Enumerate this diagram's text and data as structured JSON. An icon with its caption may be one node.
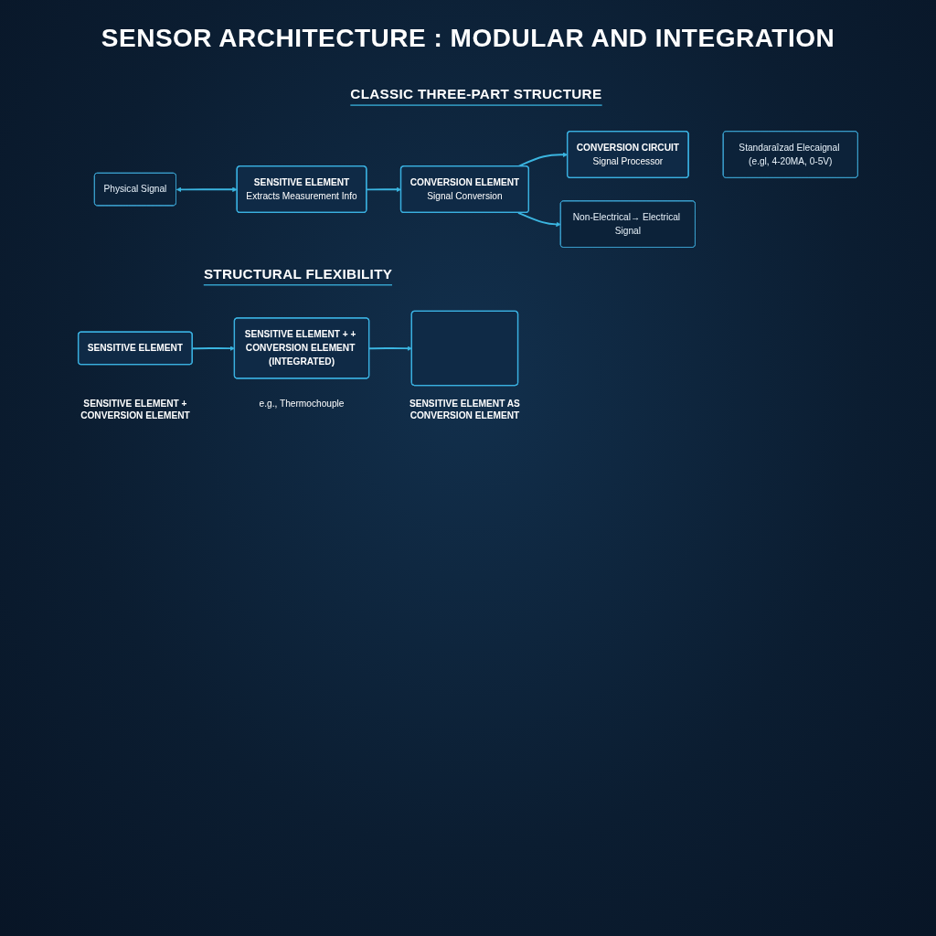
{
  "diagram": {
    "title": "SENSOR ARCHITECTURE : MODULAR AND INTEGRATION",
    "nodes": [
      {
        "text": [
          "SENSITIVE ELEMENT",
          "Extracts Measurement Info"
        ]
      },
      {
        "text": [
          "CONVERSION ELEMENT",
          "Signal Conversion"
        ]
      },
      {
        "text": [
          "CONVERSION CIRCUIT",
          "Signal Processor"
        ]
      },
      {
        "text": [
          "Physical Signal"
        ]
      },
      {
        "text": [
          "Non-Electrical→ Electrical Signal"
        ]
      },
      {
        "text": [
          "Standaraîzad Elecaignal (e.gl, 4-20MA, 0-5V)"
        ]
      },
      {
        "text": [
          "SENSITIVE ELEMENT"
        ],
        "beside": [
          "SENSITIVE ELEMENT + CONVERSION ELEMENT"
        ]
      },
      {
        "text": [
          "SENSITIVE ELEMENT + + CONVERSION ELEMENT (INTEGRATED)"
        ],
        "beside": [
          "e.g., Thermochouple"
        ]
      },
      {
        "text": [],
        "shape": "box",
        "beside": [
          "SENSITIVE ELEMENT AS CONVERSION ELEMENT"
        ]
      }
    ],
    "edges": [
      {
        "from": 0,
        "to": 1,
        "arrow": "to"
      },
      {
        "from": 1,
        "to": 2,
        "arrow": "to"
      },
      {
        "from": 1,
        "to": 4,
        "arrow": "to"
      },
      {
        "from": 3,
        "to": 0,
        "arrow": "both"
      },
      {
        "from": 6,
        "to": 7,
        "arrow": "to"
      },
      {
        "from": 7,
        "to": 8,
        "arrow": "to"
      }
    ],
    "labels": [
      "CLASSIC THREE-PART STRUCTURE",
      "STRUCTURAL FLEXIBILITY"
    ]
  }
}
